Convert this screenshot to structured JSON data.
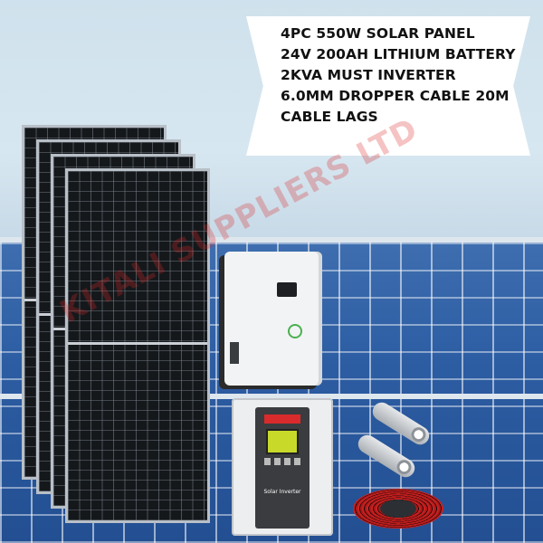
{
  "banner": {
    "lines": [
      "4PC 550W SOLAR PANEL",
      "24V 200AH LITHIUM BATTERY",
      "2KVA MUST INVERTER",
      "6.0MM DROPPER CABLE 20M",
      "CABLE LAGS"
    ]
  },
  "watermark": "KITALI SUPPLIERS LTD",
  "products": {
    "inverter_label": "Solar Inverter"
  }
}
